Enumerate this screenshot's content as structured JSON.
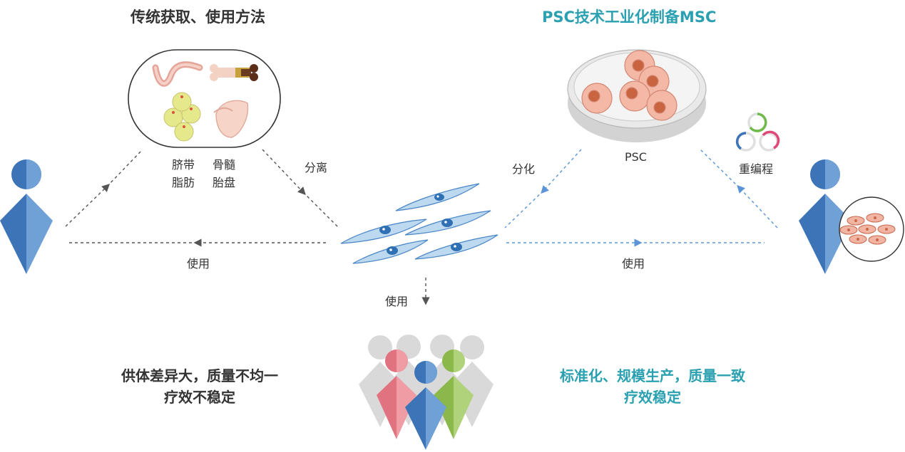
{
  "left": {
    "title": "传统获取、使用方法",
    "sources": {
      "umbilical": "脐带",
      "bone_marrow": "骨髓",
      "fat": "脂肪",
      "placenta": "胎盘"
    },
    "separate_label": "分离",
    "use_label": "使用"
  },
  "right": {
    "title": "PSC技术工业化制备MSC",
    "psc_label": "PSC",
    "differentiate_label": "分化",
    "reprogram_label": "重编程",
    "use_label": "使用"
  },
  "center": {
    "use_label": "使用"
  },
  "bottom_left": {
    "line1": "供体差异大，质量不均一",
    "line2": "疗效不稳定"
  },
  "bottom_right": {
    "line1": "标准化、规模生产，质量一致",
    "line2": "疗效稳定"
  },
  "colors": {
    "teal": "#2aa0b0",
    "blue": "#3d74b8",
    "light_blue": "#6fa0d6",
    "red": "#e0737f",
    "green": "#8ab84a",
    "grey": "#d7d7d7",
    "cell_fill": "#f3c3b3",
    "cell_nucleus": "#c9674a"
  }
}
